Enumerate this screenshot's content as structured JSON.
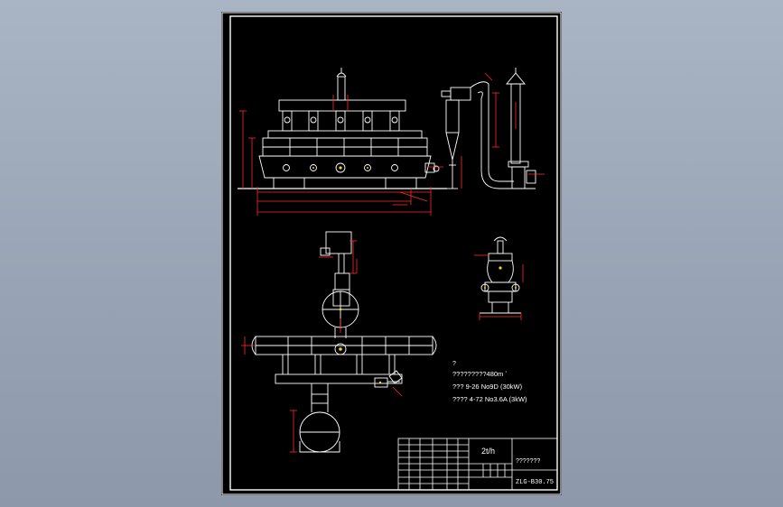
{
  "colors": {
    "background": "#9aa6b7",
    "sheet": "#000000",
    "line": "#ffffff",
    "dimension": "#ff2a2a",
    "accent": "#ffd400"
  },
  "notes": {
    "marker": "?",
    "line1": "?????????480m  ʼ",
    "line2": "???   9-26 No9D  (30kW)",
    "line3": "????   4-72 No3.6A (3kW)"
  },
  "title_block": {
    "capacity": "2t/h",
    "title": "???????",
    "drawing_no": "ZLG-B30.75"
  }
}
